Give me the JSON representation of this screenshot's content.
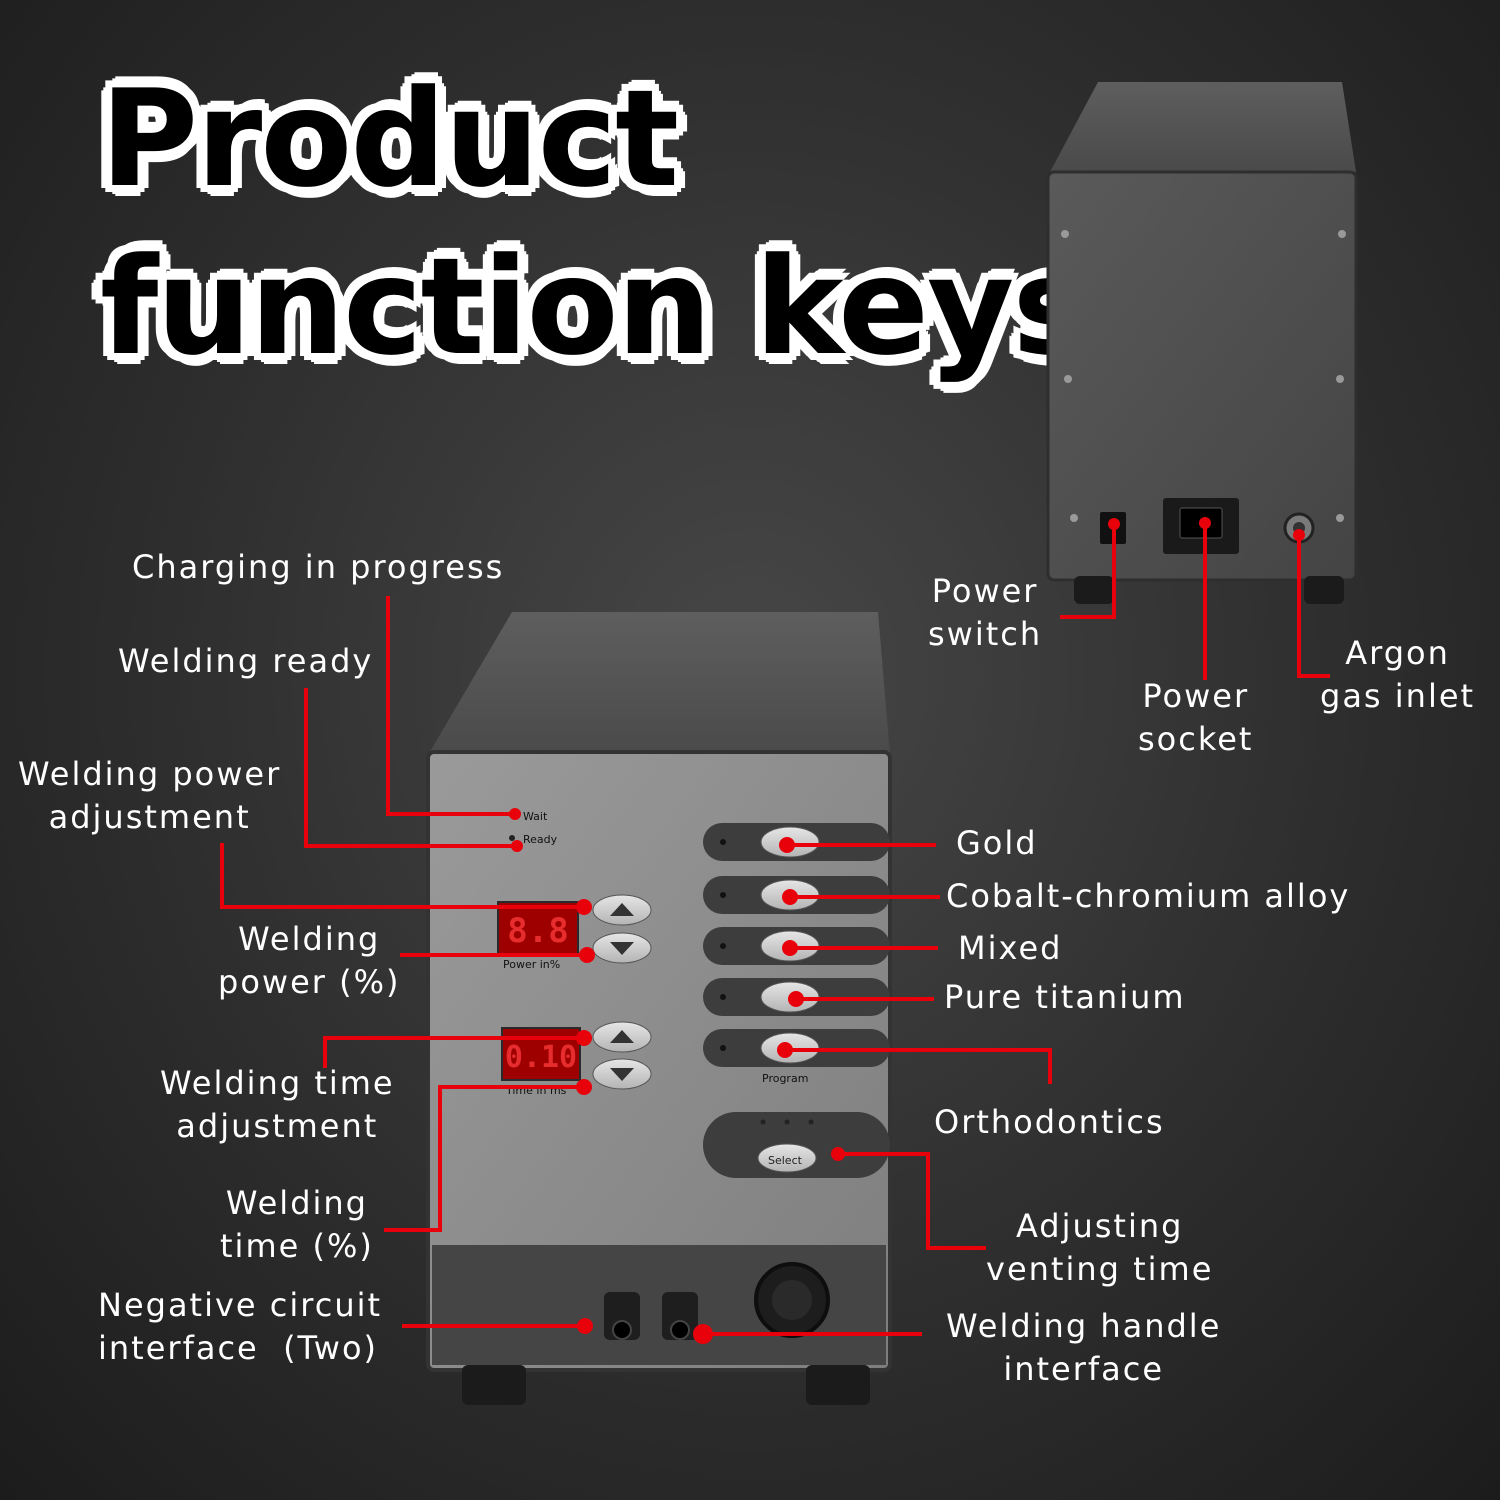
{
  "title": {
    "line1": "Product",
    "line2": "function keys"
  },
  "panel": {
    "wait": "Wait",
    "ready": "Ready",
    "power_unit": "Power  in%",
    "time_unit": "Time  in  ms",
    "program": "Program",
    "select": "Select",
    "power_display": "8.8",
    "time_display": "0.10"
  },
  "labels": {
    "charging": "Charging in progress",
    "welding_ready": "Welding ready",
    "welding_power_adjustment": "Welding power\nadjustment",
    "welding_power": "Welding\npower (%)",
    "welding_time_adjustment": "Welding time\nadjustment",
    "welding_time": "Welding\ntime (%)",
    "negative_circuit": "Negative circuit\ninterface  (Two)",
    "gold": "Gold",
    "cobalt": "Cobalt-chromium alloy",
    "mixed": "Mixed",
    "titanium": "Pure titanium",
    "orthodontics": "Orthodontics",
    "venting": "Adjusting\nventing time",
    "handle": "Welding handle\ninterface",
    "power_switch": "Power\nswitch",
    "power_socket": "Power\nsocket",
    "argon": "Argon\ngas inlet"
  },
  "colors": {
    "callout": "#e8000b",
    "display": "#d40000",
    "text": "#ffffff"
  }
}
